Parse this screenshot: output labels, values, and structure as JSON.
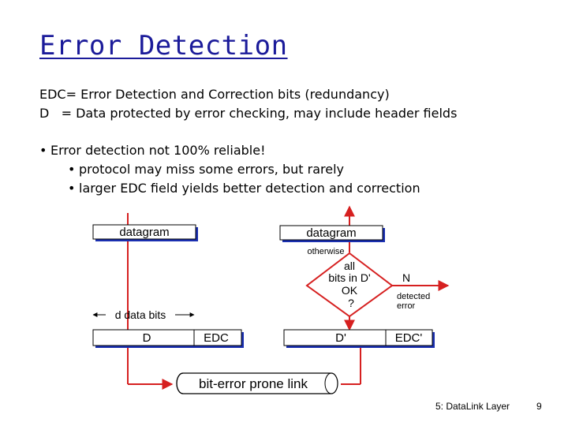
{
  "title": "Error Detection",
  "definitions": [
    "EDC= Error Detection and Correction bits (redundancy)",
    "D   = Data protected by error checking, may include header fields"
  ],
  "bullets": [
    "Error detection not 100% reliable!",
    "protocol may miss some errors, but rarely",
    "larger EDC field yields better detection and correction"
  ],
  "diagram": {
    "datagram_left": "datagram",
    "datagram_right": "datagram",
    "otherwise_label": "otherwise",
    "decision_line1": "all",
    "decision_line2": "bits in D'",
    "decision_line3": "OK",
    "decision_line4": "?",
    "n_label": "N",
    "detected_line1": "detected",
    "detected_line2": "error",
    "d_data_bits": "d data bits",
    "sender_D": "D",
    "sender_EDC": "EDC",
    "receiver_D": "D'",
    "receiver_EDC": "EDC'",
    "link_label": "bit-error prone link"
  },
  "footer": {
    "section": "5: DataLink Layer",
    "page": "9"
  },
  "colors": {
    "title": "#1b1b9a",
    "arrow": "#d62020",
    "box_shadow": "#1a2fb0"
  }
}
